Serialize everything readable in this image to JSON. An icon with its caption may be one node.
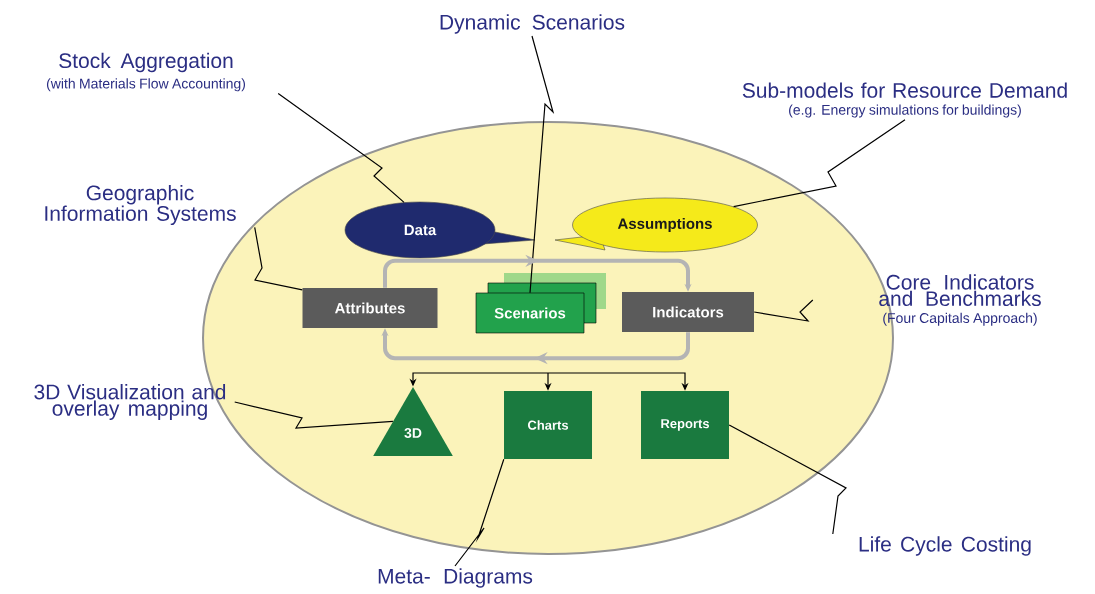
{
  "diagram": {
    "nodes": [
      {
        "text": [],
        "shape": "ellipse"
      },
      {
        "text": [
          "Stock Aggregation",
          "(with Materials Flow Accounting)"
        ]
      },
      {
        "text": [
          "Dynamic Scenarios"
        ]
      },
      {
        "text": [
          "Sub-models for Resource Demand",
          "(e.g. Energy simulations for buildings)"
        ]
      },
      {
        "text": [
          "Geographic Information Systems"
        ]
      },
      {
        "text": [
          "Data"
        ],
        "in": 0
      },
      {
        "text": [
          "Assumptions"
        ],
        "in": 0
      },
      {
        "text": [
          "Attributes"
        ],
        "in": 0
      },
      {
        "text": [
          "Scenarios"
        ],
        "in": 0
      },
      {
        "text": [
          "Indicators"
        ],
        "in": 0
      },
      {
        "text": [
          "Core Indicators and Benchmarks",
          "(Four Capitals Approach)"
        ]
      },
      {
        "text": [
          "3D Visualization and overlay mapping"
        ]
      },
      {
        "text": [
          "3D"
        ],
        "in": 0
      },
      {
        "text": [
          "Charts"
        ],
        "in": 0
      },
      {
        "text": [
          "Reports"
        ],
        "in": 0
      },
      {
        "text": [
          "Meta- Diagrams"
        ]
      },
      {
        "text": [
          "Life Cycle Costing"
        ]
      }
    ],
    "edges": [
      {
        "from": 1,
        "to": 5,
        "arrow": "none"
      },
      {
        "from": 2,
        "to": 8,
        "arrow": "none"
      },
      {
        "from": 3,
        "to": 6,
        "arrow": "none"
      },
      {
        "from": 4,
        "to": 7,
        "arrow": "none"
      },
      {
        "from": 10,
        "to": 9,
        "arrow": "none"
      },
      {
        "from": 11,
        "to": 12,
        "arrow": "none"
      },
      {
        "from": 15,
        "to": 13,
        "arrow": "none"
      },
      {
        "from": 16,
        "to": 14,
        "arrow": "none"
      },
      {
        "from": 7,
        "to": 9,
        "arrow": "to",
        "style": "thick",
        "color": "#b4b4b4"
      },
      {
        "from": 9,
        "to": 7,
        "arrow": "to",
        "style": "thick",
        "color": "#b4b4b4"
      },
      {
        "from": null,
        "to": 12,
        "arrow": "to"
      },
      {
        "from": null,
        "to": 13,
        "arrow": "to"
      },
      {
        "from": null,
        "to": 14,
        "arrow": "to"
      }
    ]
  }
}
